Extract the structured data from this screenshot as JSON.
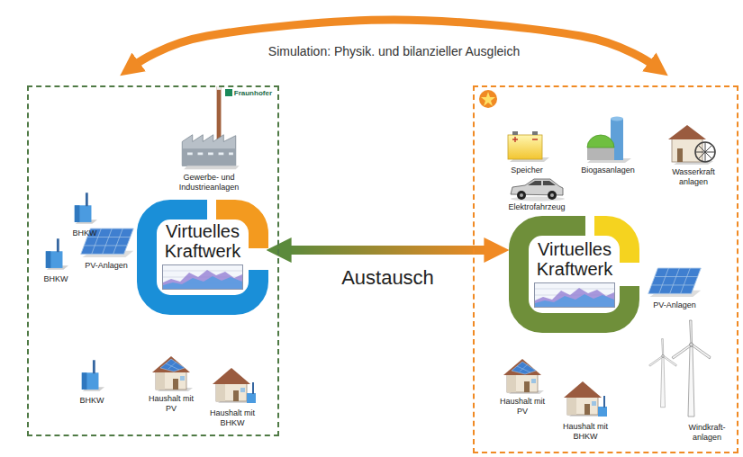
{
  "diagram": {
    "nodes": [
      {
        "text": [
          "Fraunhofer"
        ]
      },
      {
        "text": [
          "BHKW"
        ],
        "in": 0
      },
      {
        "text": [
          "Gewerbe- und Industrieanlagen"
        ],
        "in": 0
      },
      {
        "text": [
          "PV-Anlagen"
        ],
        "in": 0
      },
      {
        "text": [
          "BHKW"
        ],
        "in": 0
      },
      {
        "text": [
          "Virtuelles Kraftwerk"
        ],
        "in": 0
      },
      {
        "text": [
          "BHKW"
        ],
        "in": 0
      },
      {
        "text": [
          "Haushalt mit PV"
        ],
        "in": 0
      },
      {
        "text": [
          "Haushalt mit BHKW"
        ],
        "in": 0
      },
      {
        "text": []
      },
      {
        "text": [
          "Speicher"
        ],
        "in": 9
      },
      {
        "text": [
          "Biogasanlagen"
        ],
        "in": 9
      },
      {
        "text": [
          "Wasserkraft anlagen"
        ],
        "in": 9
      },
      {
        "text": [
          "Elektrofahrzeug"
        ],
        "in": 9
      },
      {
        "text": [
          "Virtuelles Kraftwerk"
        ],
        "in": 9
      },
      {
        "text": [
          "PV-Anlagen"
        ],
        "in": 9
      },
      {
        "text": [
          "Haushalt mit PV"
        ],
        "in": 9
      },
      {
        "text": [
          "Haushalt mit BHKW"
        ],
        "in": 9
      },
      {
        "text": [
          "Windkraft- anlagen"
        ],
        "in": 9
      }
    ],
    "edges": [
      {
        "from": 0,
        "to": 9,
        "arrow": "both",
        "label": "Simulation: Physik. und bilanzieller Ausgleich"
      },
      {
        "from": 5,
        "to": 14,
        "arrow": "both",
        "label": "Austausch"
      }
    ]
  }
}
